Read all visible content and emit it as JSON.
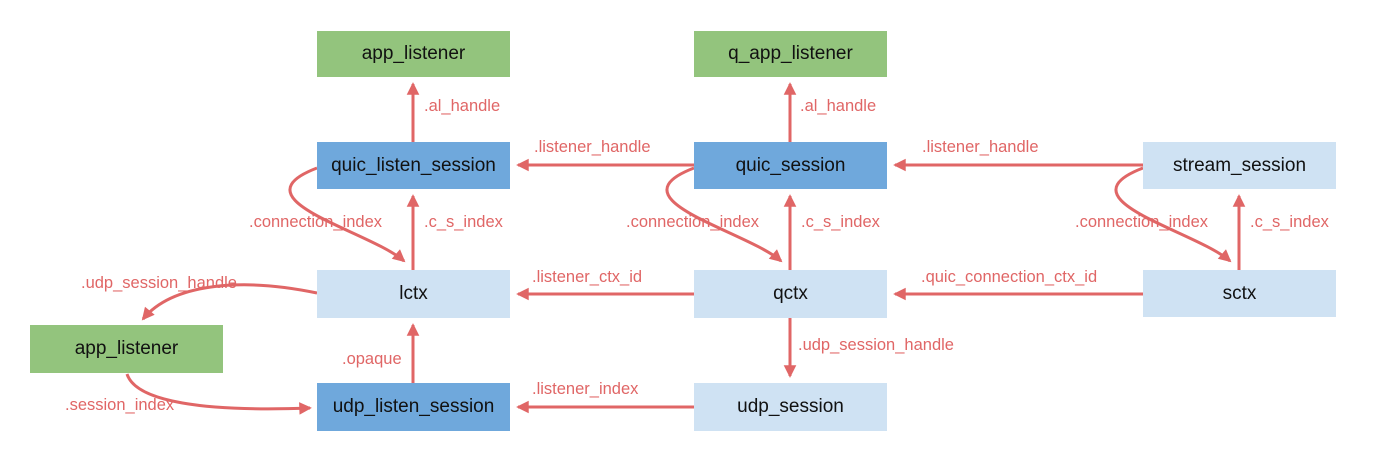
{
  "colors": {
    "listener_green": "#93c47d",
    "session_blue": "#6fa8dc",
    "ctx_light_blue": "#cfe2f3",
    "arrow_red": "#e06666",
    "node_text": "#111111"
  },
  "nodes": {
    "app_listener_top": {
      "label": "app_listener"
    },
    "q_app_listener": {
      "label": "q_app_listener"
    },
    "quic_listen_session": {
      "label": "quic_listen_session"
    },
    "quic_session": {
      "label": "quic_session"
    },
    "stream_session": {
      "label": "stream_session"
    },
    "lctx": {
      "label": "lctx"
    },
    "qctx": {
      "label": "qctx"
    },
    "sctx": {
      "label": "sctx"
    },
    "app_listener_left": {
      "label": "app_listener"
    },
    "udp_listen_session": {
      "label": "udp_listen_session"
    },
    "udp_session": {
      "label": "udp_session"
    }
  },
  "edge_labels": {
    "al_handle_left": ".al_handle",
    "al_handle_mid": ".al_handle",
    "listener_handle_left": ".listener_handle",
    "listener_handle_right": ".listener_handle",
    "connection_index_left": ".connection_index",
    "c_s_index_left": ".c_s_index",
    "connection_index_mid": ".connection_index",
    "c_s_index_mid": ".c_s_index",
    "connection_index_right": ".connection_index",
    "c_s_index_right": ".c_s_index",
    "udp_session_handle_left": ".udp_session_handle",
    "listener_ctx_id": ".listener_ctx_id",
    "quic_connection_ctx_id": ".quic_connection_ctx_id",
    "opaque": ".opaque",
    "udp_session_handle_mid": ".udp_session_handle",
    "session_index": ".session_index",
    "listener_index": ".listener_index"
  }
}
